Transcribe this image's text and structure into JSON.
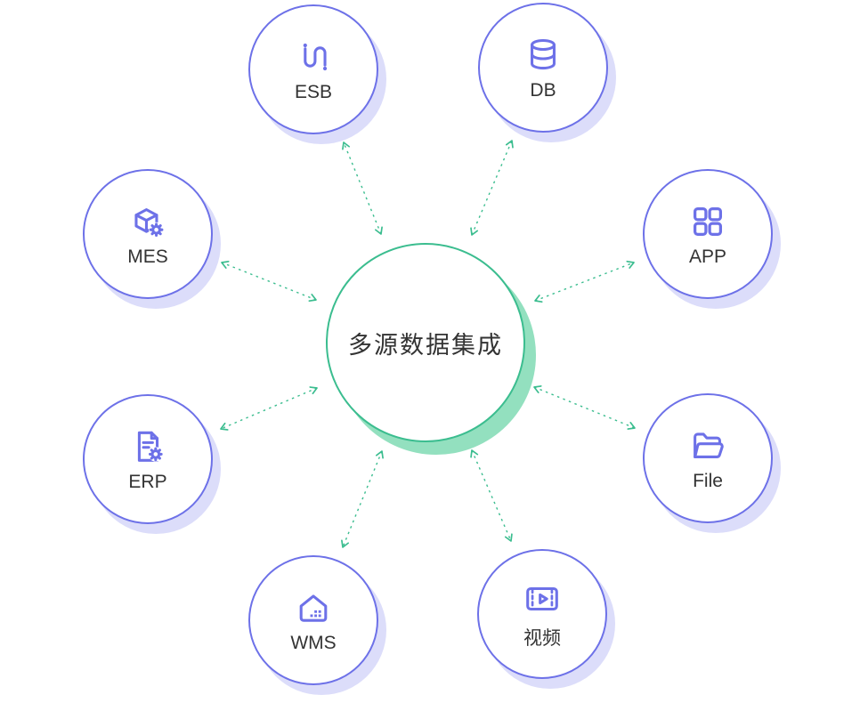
{
  "diagram": {
    "center_label": "多源数据集成",
    "nodes": [
      {
        "label": "ESB",
        "icon": "esb-route-icon"
      },
      {
        "label": "DB",
        "icon": "database-icon"
      },
      {
        "label": "MES",
        "icon": "mes-cube-gear-icon"
      },
      {
        "label": "APP",
        "icon": "app-grid-icon"
      },
      {
        "label": "ERP",
        "icon": "erp-document-gear-icon"
      },
      {
        "label": "File",
        "icon": "folder-icon"
      },
      {
        "label": "WMS",
        "icon": "warehouse-icon"
      },
      {
        "label": "视频",
        "icon": "video-icon"
      }
    ],
    "colors": {
      "node_border": "#6d71e8",
      "node_shadow": "#dcddfa",
      "icon": "#6d71e8",
      "label": "#333333",
      "center_border": "#3bbd8f",
      "center_shadow": "#93e0bf",
      "arrow": "#3bbd8f"
    }
  }
}
